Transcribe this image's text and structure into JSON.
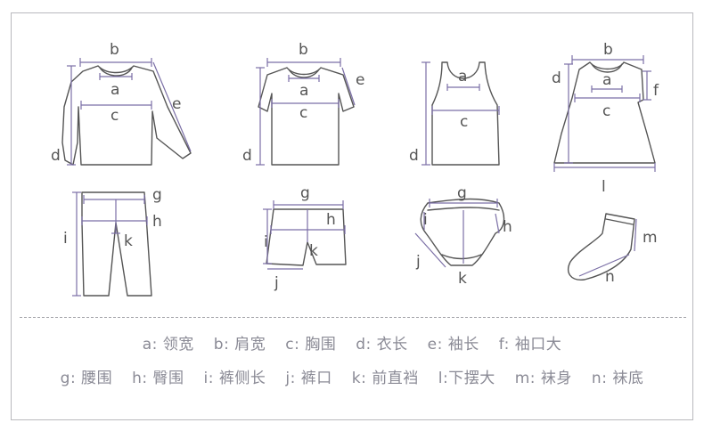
{
  "figure_labels": {
    "shirt": [
      "b",
      "a",
      "c",
      "e",
      "d"
    ],
    "tee": [
      "b",
      "a",
      "c",
      "e",
      "d"
    ],
    "tank": [
      "a",
      "c",
      "d"
    ],
    "dress": [
      "b",
      "d",
      "a",
      "c",
      "f",
      "l"
    ],
    "pants": [
      "g",
      "h",
      "i",
      "k"
    ],
    "shorts": [
      "g",
      "h",
      "i",
      "k",
      "j"
    ],
    "briefs": [
      "g",
      "i",
      "h",
      "j",
      "k"
    ],
    "sock": [
      "m",
      "n"
    ]
  },
  "legend": {
    "row1": [
      {
        "key": "a",
        "label": "领宽"
      },
      {
        "key": "b",
        "label": "肩宽"
      },
      {
        "key": "c",
        "label": "胸围"
      },
      {
        "key": "d",
        "label": "衣长"
      },
      {
        "key": "e",
        "label": "袖长"
      },
      {
        "key": "f",
        "label": "袖口大"
      }
    ],
    "row2": [
      {
        "key": "g",
        "label": "腰围"
      },
      {
        "key": "h",
        "label": "臀围"
      },
      {
        "key": "i",
        "label": "裤侧长"
      },
      {
        "key": "j",
        "label": "裤口"
      },
      {
        "key": "k",
        "label": "前直裆"
      },
      {
        "key": "l",
        "label": "下摆大"
      },
      {
        "key": "m",
        "label": "袜身"
      },
      {
        "key": "n",
        "label": "袜底"
      }
    ]
  },
  "colors": {
    "garment_line": "#555555",
    "measure_line": "#7b6fa6",
    "legend_text": "#8a8a95",
    "frame": "#b9b9bd"
  }
}
